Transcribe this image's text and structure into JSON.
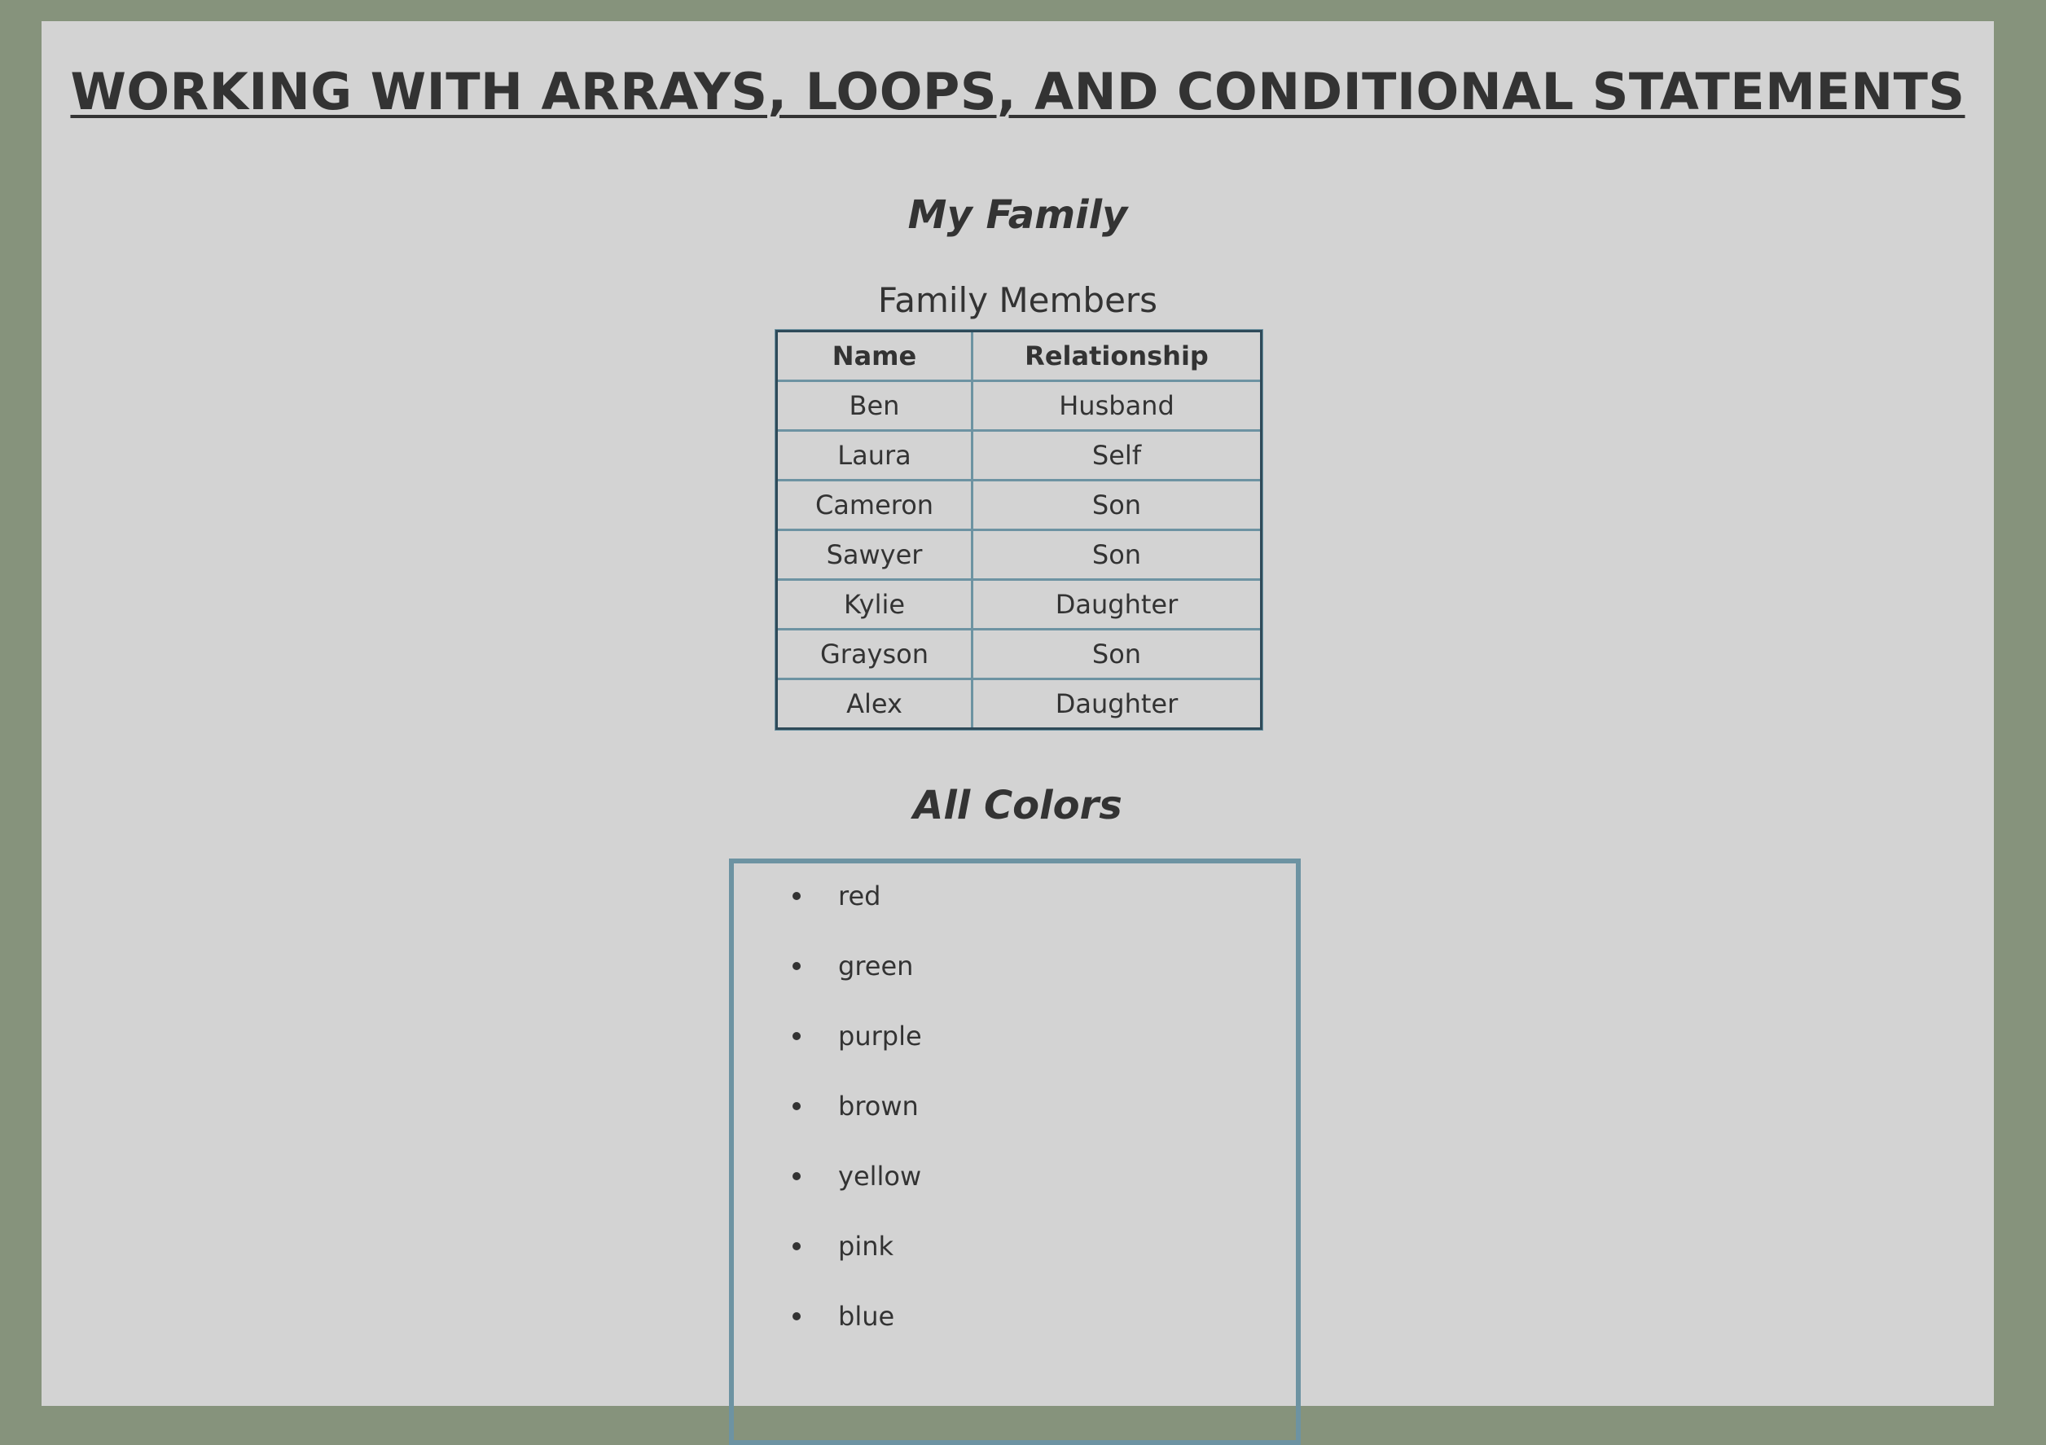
{
  "page": {
    "title": "WORKING WITH ARRAYS, LOOPS, AND CONDITIONAL STATEMENTS"
  },
  "family": {
    "heading": "My Family",
    "caption": "Family Members",
    "columns": {
      "name": "Name",
      "relationship": "Relationship"
    },
    "rows": [
      {
        "name": "Ben",
        "relationship": "Husband"
      },
      {
        "name": "Laura",
        "relationship": "Self"
      },
      {
        "name": "Cameron",
        "relationship": "Son"
      },
      {
        "name": "Sawyer",
        "relationship": "Son"
      },
      {
        "name": "Kylie",
        "relationship": "Daughter"
      },
      {
        "name": "Grayson",
        "relationship": "Son"
      },
      {
        "name": "Alex",
        "relationship": "Daughter"
      }
    ]
  },
  "colors": {
    "heading": "All Colors",
    "items": [
      "red",
      "green",
      "purple",
      "brown",
      "yellow",
      "pink",
      "blue"
    ]
  },
  "theme": {
    "outer_background": "#86937c",
    "page_background": "#d3d3d3",
    "text": "#333333",
    "table_border_outer": "#2e4a59",
    "table_border_inner": "#6d93a2"
  }
}
